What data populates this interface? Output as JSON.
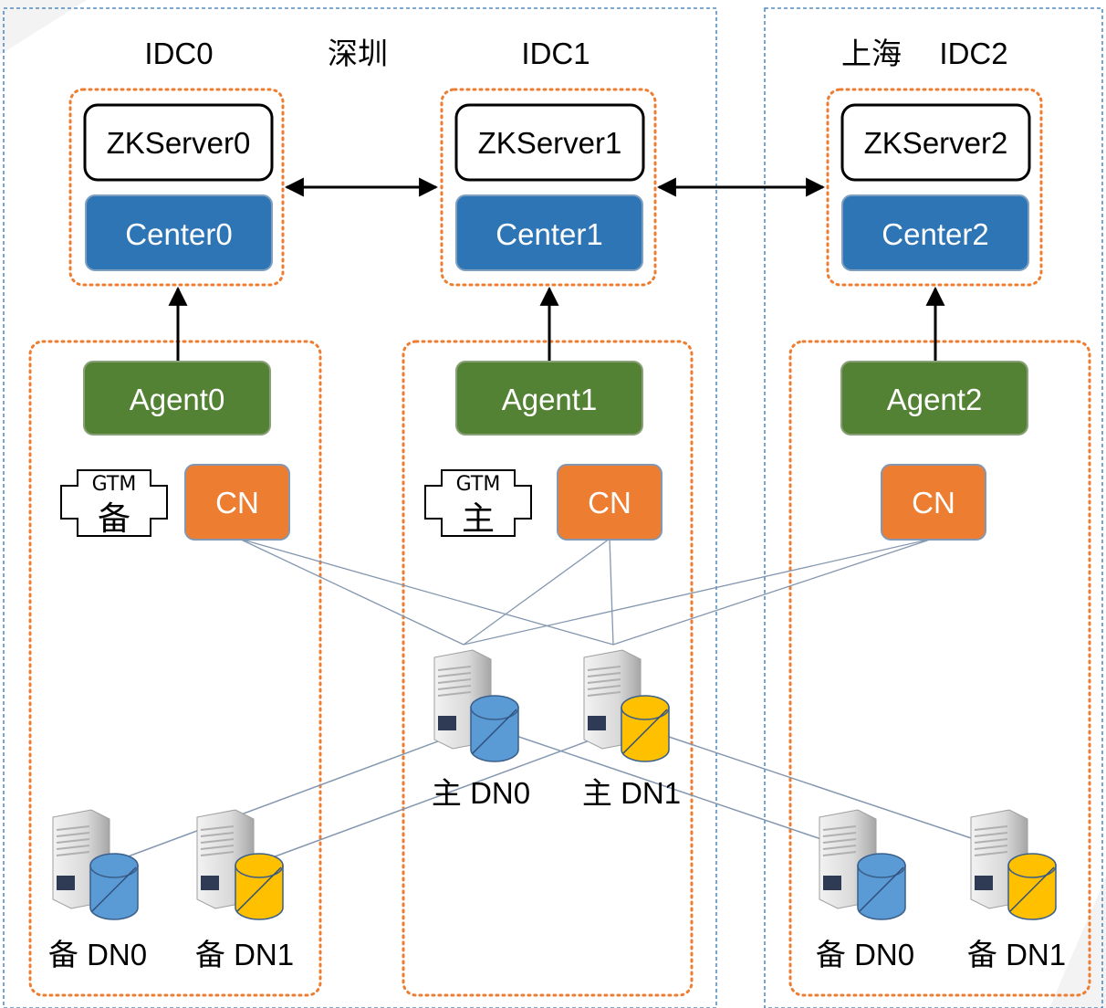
{
  "headers": {
    "idc0": "IDC0",
    "shenzhen": "深圳",
    "idc1": "IDC1",
    "shanghai": "上海",
    "idc2": "IDC2"
  },
  "zk": [
    "ZKServer0",
    "ZKServer1",
    "ZKServer2"
  ],
  "centers": [
    "Center0",
    "Center1",
    "Center2"
  ],
  "agents": [
    "Agent0",
    "Agent1",
    "Agent2"
  ],
  "cn": "CN",
  "gtm": {
    "title": "GTM",
    "standby": "备",
    "primary": "主"
  },
  "dn_labels": {
    "primary_dn0": "主 DN0",
    "primary_dn1": "主 DN1",
    "idc0_standby_dn0": "备 DN0",
    "idc0_standby_dn1": "备 DN1",
    "idc2_standby_dn0": "备 DN0",
    "idc2_standby_dn1": "备 DN1"
  },
  "colors": {
    "center": "#2e75b6",
    "agent": "#548235",
    "cn": "#ed7d31",
    "dn0": "#5b9bd5",
    "dn1": "#ffc000",
    "group_border": "#ed7d31",
    "idc_border": "#2e75b6",
    "link": "#8497b0"
  }
}
